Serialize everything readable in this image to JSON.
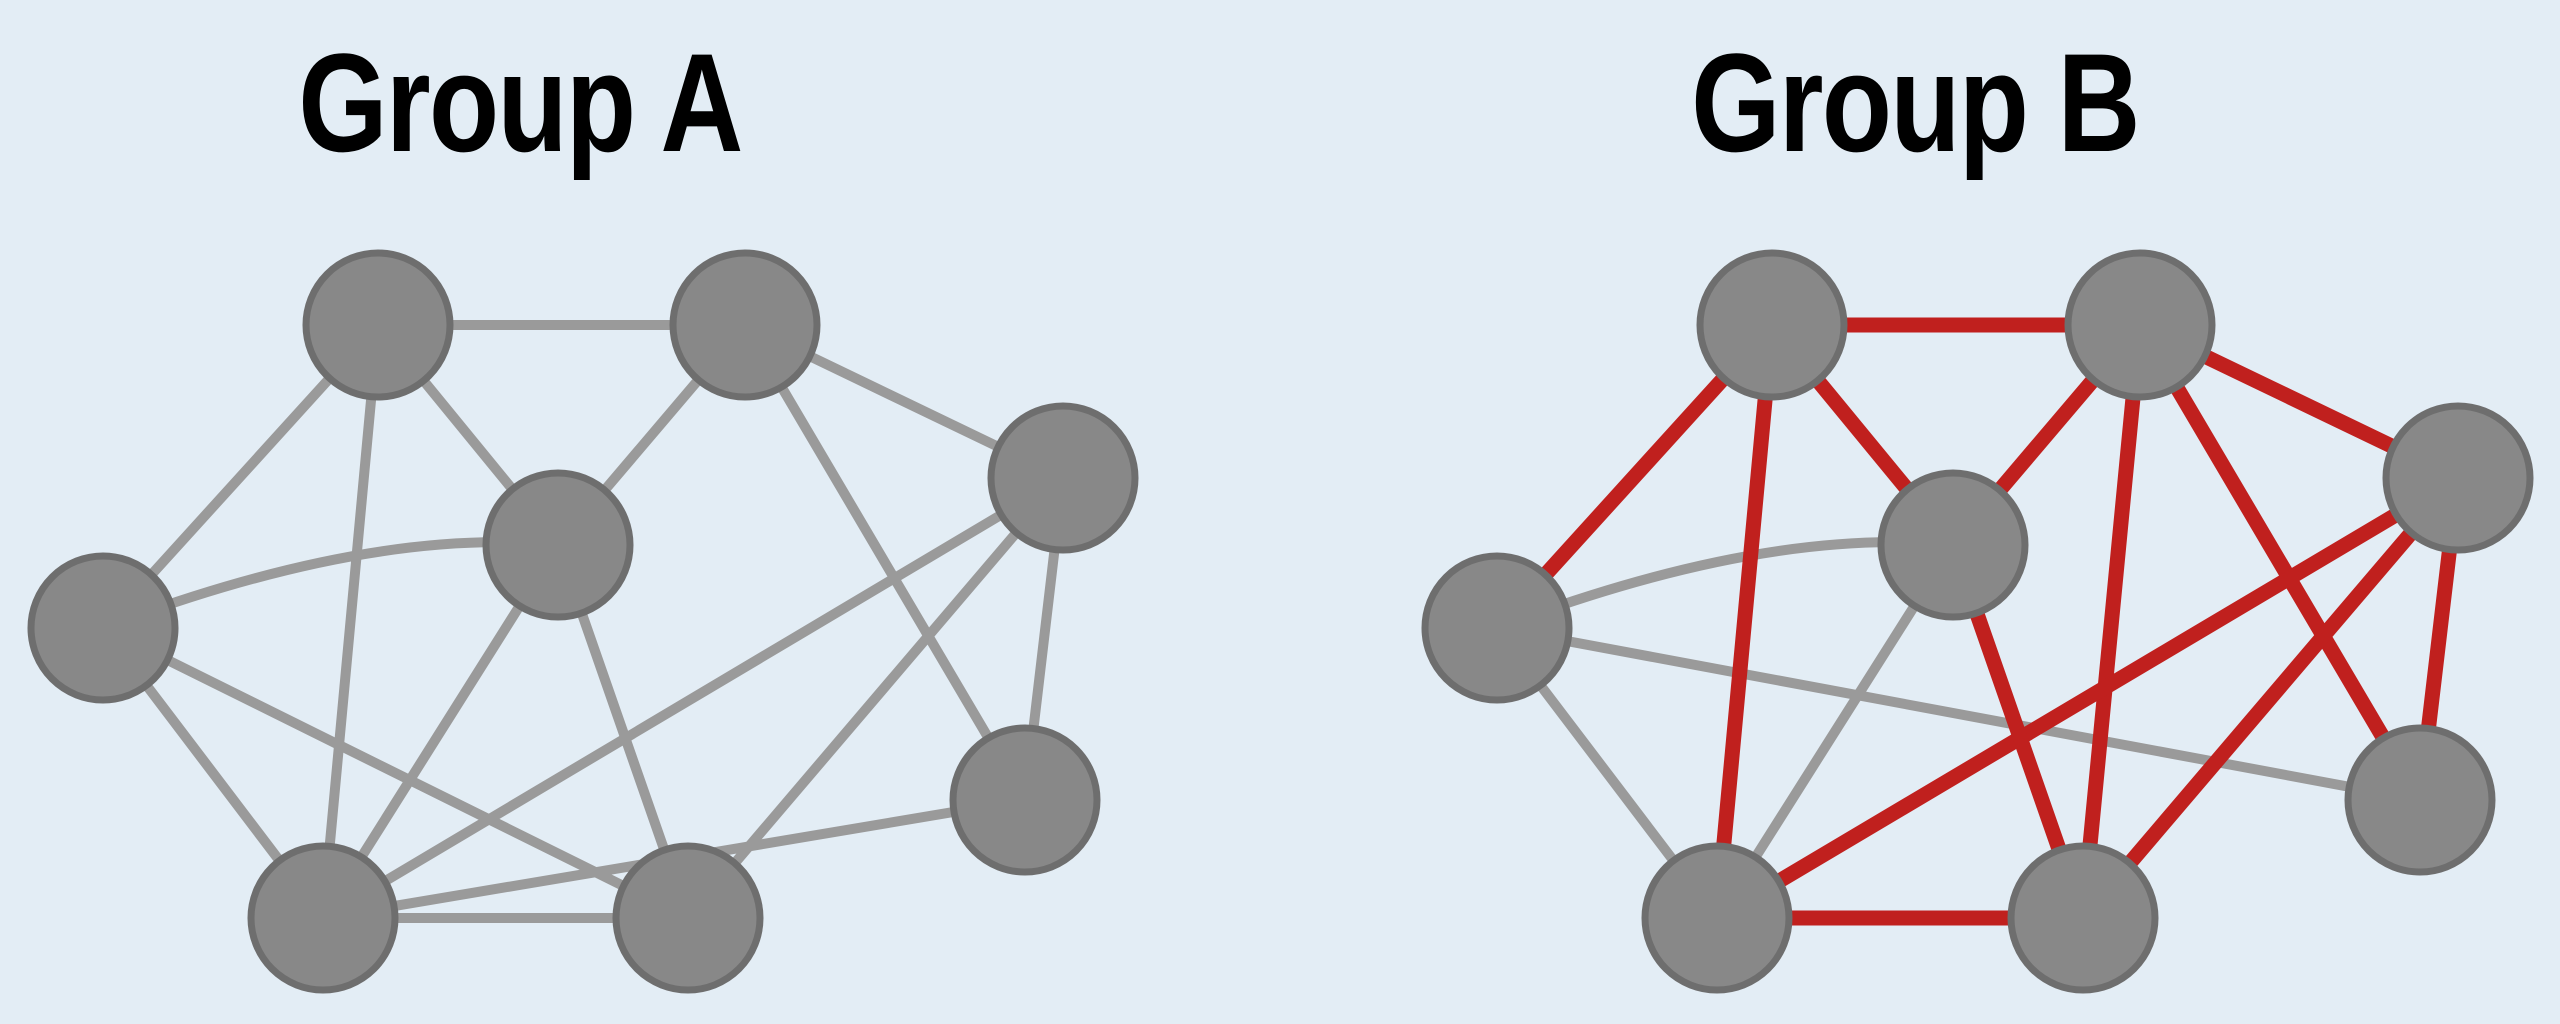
{
  "groups": [
    {
      "title": "Group A",
      "nodes": [
        "n1",
        "n2",
        "n3",
        "n4",
        "n5",
        "n6",
        "n7",
        "n8"
      ],
      "edges": [
        {
          "from": "n1",
          "to": "n2",
          "highlighted": false
        },
        {
          "from": "n1",
          "to": "n5",
          "highlighted": false
        },
        {
          "from": "n1",
          "to": "n4",
          "highlighted": false
        },
        {
          "from": "n1",
          "to": "n6",
          "highlighted": false
        },
        {
          "from": "n2",
          "to": "n4",
          "highlighted": false
        },
        {
          "from": "n2",
          "to": "n3",
          "highlighted": false
        },
        {
          "from": "n2",
          "to": "n8",
          "highlighted": false
        },
        {
          "from": "n3",
          "to": "n8",
          "highlighted": false
        },
        {
          "from": "n3",
          "to": "n6",
          "highlighted": false
        },
        {
          "from": "n3",
          "to": "n7",
          "highlighted": false
        },
        {
          "from": "n4",
          "to": "n5",
          "highlighted": false
        },
        {
          "from": "n4",
          "to": "n6",
          "highlighted": false
        },
        {
          "from": "n4",
          "to": "n7",
          "highlighted": false
        },
        {
          "from": "n5",
          "to": "n6",
          "highlighted": false
        },
        {
          "from": "n5",
          "to": "n7",
          "highlighted": false
        },
        {
          "from": "n6",
          "to": "n8",
          "highlighted": false
        },
        {
          "from": "n6",
          "to": "n7",
          "highlighted": false
        }
      ]
    },
    {
      "title": "Group B",
      "nodes": [
        "n1",
        "n2",
        "n3",
        "n4",
        "n5",
        "n6",
        "n7",
        "n8"
      ],
      "edges": [
        {
          "from": "n1",
          "to": "n2",
          "highlighted": true
        },
        {
          "from": "n1",
          "to": "n5",
          "highlighted": true
        },
        {
          "from": "n1",
          "to": "n4",
          "highlighted": true
        },
        {
          "from": "n1",
          "to": "n6",
          "highlighted": true
        },
        {
          "from": "n2",
          "to": "n4",
          "highlighted": true
        },
        {
          "from": "n2",
          "to": "n3",
          "highlighted": true
        },
        {
          "from": "n2",
          "to": "n7",
          "highlighted": true
        },
        {
          "from": "n2",
          "to": "n8",
          "highlighted": true
        },
        {
          "from": "n3",
          "to": "n8",
          "highlighted": true
        },
        {
          "from": "n3",
          "to": "n6",
          "highlighted": true
        },
        {
          "from": "n3",
          "to": "n7",
          "highlighted": true
        },
        {
          "from": "n4",
          "to": "n7",
          "highlighted": true
        },
        {
          "from": "n6",
          "to": "n7",
          "highlighted": true
        },
        {
          "from": "n4",
          "to": "n5",
          "highlighted": false
        },
        {
          "from": "n4",
          "to": "n6",
          "highlighted": false
        },
        {
          "from": "n5",
          "to": "n6",
          "highlighted": false
        },
        {
          "from": "n5",
          "to": "n8",
          "highlighted": false
        }
      ]
    }
  ],
  "colors": {
    "background": "#e3edf5",
    "node_fill": "#888888",
    "node_stroke": "#6e6e6e",
    "edge_default": "#9a9a9a",
    "edge_highlight": "#c0201e",
    "edge_highlight_dark": "#8a1414",
    "title": "#000000"
  }
}
